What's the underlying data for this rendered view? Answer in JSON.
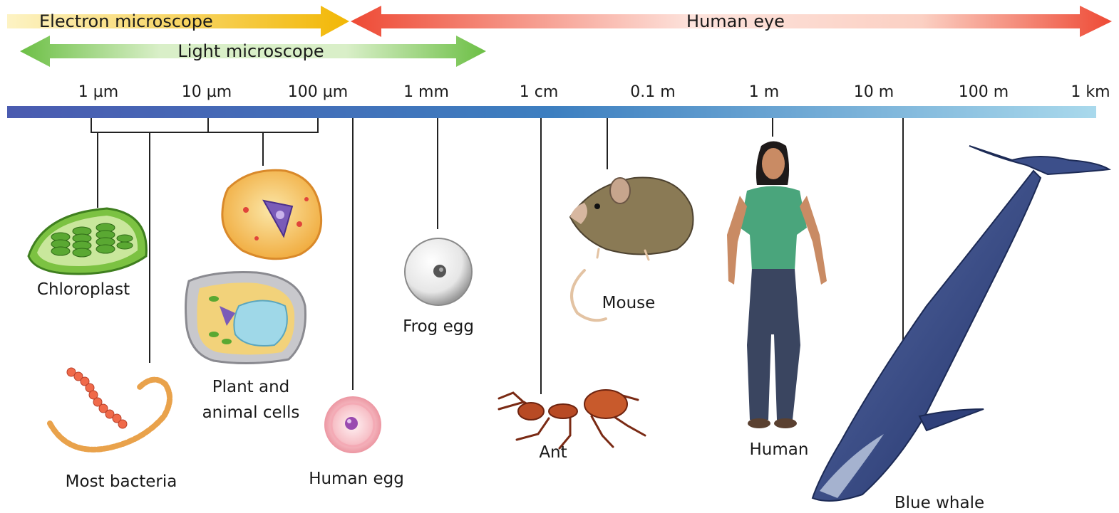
{
  "ranges": {
    "electron_microscope": "Electron microscope",
    "light_microscope": "Light microscope",
    "human_eye": "Human eye"
  },
  "scale": {
    "ticks": [
      "1 µm",
      "10 µm",
      "100 µm",
      "1 mm",
      "1 cm",
      "0.1 m",
      "1 m",
      "10 m",
      "100 m",
      "1 km"
    ]
  },
  "items": {
    "chloroplast": "Chloroplast",
    "most_bacteria": "Most bacteria",
    "cells_line1": "Plant and",
    "cells_line2": "animal cells",
    "human_egg": "Human egg",
    "frog_egg": "Frog egg",
    "ant": "Ant",
    "mouse": "Mouse",
    "human": "Human",
    "blue_whale": "Blue whale"
  },
  "colors": {
    "electron": "#f2b705",
    "light": "#6cbf45",
    "eye": "#ee4a35",
    "scale_start": "#4a5bb0",
    "scale_end": "#a9d9ec"
  }
}
